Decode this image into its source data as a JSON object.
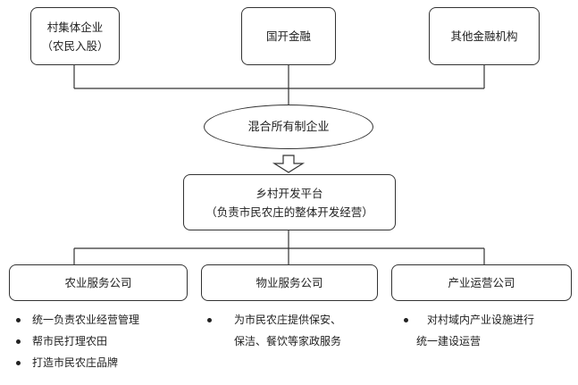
{
  "top_entities": [
    {
      "lines": [
        "村集体企业",
        "（农民入股）"
      ]
    },
    {
      "lines": [
        "国开金融"
      ]
    },
    {
      "lines": [
        "其他金融机构"
      ]
    }
  ],
  "hub": {
    "label": "混合所有制企业"
  },
  "platform": {
    "lines": [
      "乡村开发平台",
      "（负责市民农庄的整体开发经营）"
    ]
  },
  "companies": [
    {
      "label": "农业服务公司",
      "bullets": [
        {
          "lines": [
            "统一负责农业经营管理"
          ]
        },
        {
          "lines": [
            "帮市民打理农田"
          ]
        },
        {
          "lines": [
            "打造市民农庄品牌"
          ]
        }
      ]
    },
    {
      "label": "物业服务公司",
      "bullets": [
        {
          "lines": [
            "为市民农庄提供保安、",
            "保洁、餐饮等家政服务"
          ]
        }
      ]
    },
    {
      "label": "产业运营公司",
      "bullets": [
        {
          "lines": [
            "对村域内产业设施进行",
            "统一建设运营"
          ]
        }
      ]
    }
  ],
  "colors": {
    "line": "#333333",
    "text": "#222222",
    "background": "#ffffff"
  }
}
